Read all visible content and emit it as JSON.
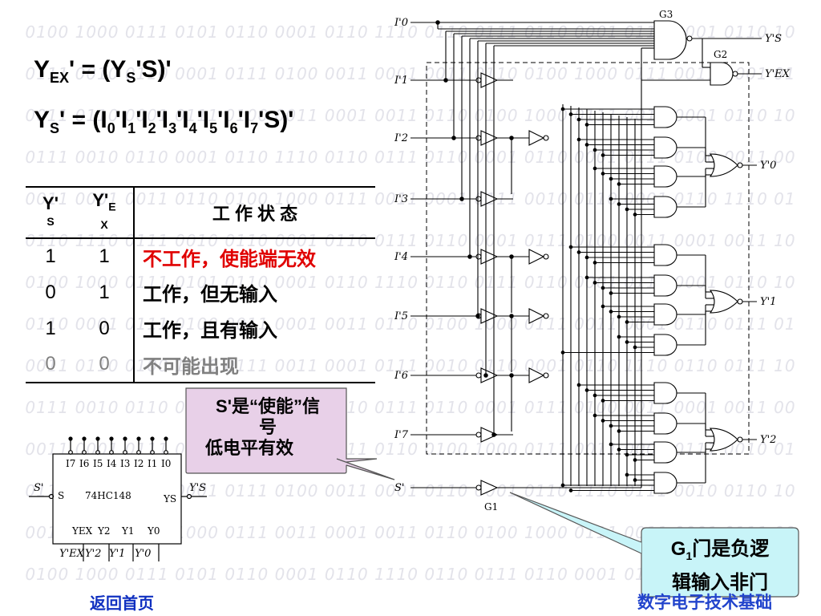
{
  "background_rows": [
    "0100 1000 0111 0101 0110 0001 0110 1110 0110 0111 0110 0001 0110 0001 0110 10",
    "0111 0010 0110 0001 0111 0100 0011 0001 0011 0110 0100 1000 0111 0011 0001 01",
    "0011 0110 0001 0111 0100 0011 0001 0011 0110 0100 1000 0111 0011 0001 0110 10",
    "0111 0010 0110 0001 0110 1110 0110 0111 0110 0001 0110 0001 0111 0100 0011 00",
    "0011 0001 0011 0110 0100 1000 0111 0011 0001 0111 0010 0110 0001 0110 1110 01",
    "0110 1110 0111 0010 0110 0001 0110 0111 0110 0001 0111 0100 0011 0001 0011 10",
    "0100 1000 0111 0101 0110 0001 0110 1110 0110 0111 0110 0001 0110 0001 0110 10",
    "0110 0001 0111 0100 0011 0001 0011 0110 0100 1000 0111 0011 0001 0110 0111 01",
    "0011 0110 0100 1000 0111 0011 0001 0111 0010 0110 0001 0110 1110 0110 0111 10",
    "0111 0010 0110 0001 0110 1110 0110 0111 0110 0001 0111 0100 0011 0001 0011 00",
    "0011 0001 0111 0100 0011 0001 0011 0110 0100 1000 0111 0011 0001 0111 0010 01",
    "0110 0111 0110 0001 0111 0100 0011 0001 0110 0001 0110 1110 0111 0010 0110 10",
    "0011 0110 0100 1000 0111 0011 0001 0011 0110 0100 1000 0111 0011 0001 0111 00",
    "0100 1000 0111 0101 0110 0001 0110 1110 0110 0111 0110 0001 0110 0001 0110 01"
  ],
  "equations": {
    "yex": {
      "y": "Y",
      "sub": "EX",
      "mid": "' = (Y",
      "s": "S",
      "end": "'S)'"
    },
    "ys": {
      "y": "Y",
      "sub": "S",
      "mid": "' = (I",
      "i": [
        "0",
        "1",
        "2",
        "3",
        "4",
        "5",
        "6",
        "7"
      ],
      "end": "'S)'"
    }
  },
  "table": {
    "headers": {
      "ys": "Y'",
      "ys_sub": "S",
      "yex": "Y'",
      "yex_sub": "E",
      "yex_sub2": "X",
      "state": "工 作 状 态"
    },
    "rows": [
      {
        "ys": "1",
        "yex": "1",
        "state": "不工作，使能端无效",
        "color": "#e00000"
      },
      {
        "ys": "0",
        "yex": "1",
        "state": "工作，但无输入",
        "color": "#000000"
      },
      {
        "ys": "1",
        "yex": "0",
        "state": "工作，且有输入",
        "color": "#000000"
      },
      {
        "ys": "0",
        "yex": "0",
        "state": "不可能出现",
        "color": "#808080"
      }
    ]
  },
  "callout_s": {
    "line1": "S'是“使能”信",
    "line2": "号",
    "line3": "低电平有效"
  },
  "callout_g1": {
    "line1": "G",
    "line1_sub": "1",
    "line1_rest": "门是负逻",
    "line2": "辑输入非门"
  },
  "chip": {
    "name": "74HC148",
    "inputs": [
      "I7",
      "I6",
      "I5",
      "I4",
      "I3",
      "I2",
      "I1",
      "I0"
    ],
    "s": "S",
    "ys": "YS",
    "outputs": [
      "YEX",
      "Y2",
      "Y1",
      "Y0"
    ],
    "pin_s": "S'",
    "pin_ys": "Y'S",
    "pin_out": [
      "Y'EX",
      "Y'2",
      "Y'1",
      "Y'0"
    ]
  },
  "circuit": {
    "inputs": [
      "I'0",
      "I'1",
      "I'2",
      "I'3",
      "I'4",
      "I'5",
      "I'6",
      "I'7",
      "S'"
    ],
    "gates": {
      "g1": "G1",
      "g2": "G2",
      "g3": "G3"
    },
    "outputs": [
      "Y'S",
      "Y'EX",
      "Y'0",
      "Y'1",
      "Y'2"
    ]
  },
  "footer": {
    "back_link": "返回首页",
    "brand": "数字电子技术基础"
  },
  "colors": {
    "callout_fill": "#e8d0e8",
    "callout2_fill": "#c8f4f8",
    "link": "#1030c0"
  }
}
